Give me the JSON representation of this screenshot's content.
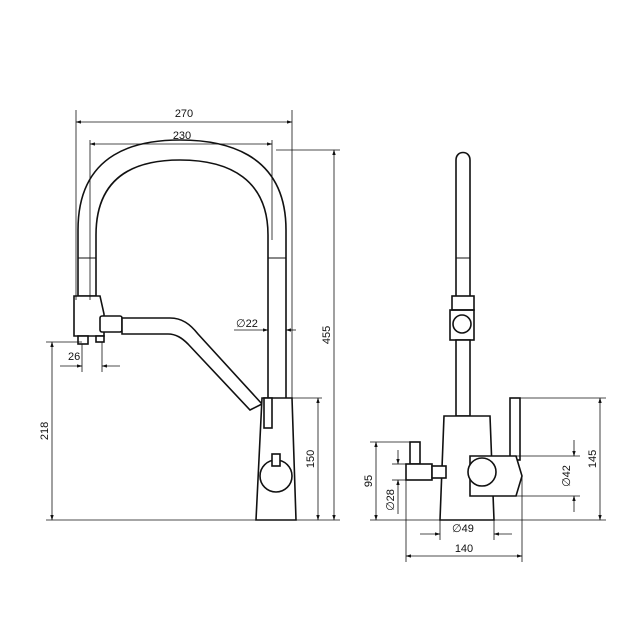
{
  "dimensions": {
    "front": {
      "overall_width": "270",
      "spout_reach": "230",
      "spout_diameter": "22",
      "overall_height": "455",
      "outlet_offset": "26",
      "outlet_height": "218",
      "body_height": "150"
    },
    "side": {
      "handle_height": "95",
      "handle_diameter": "28",
      "base_diameter": "49",
      "overall_depth": "140",
      "body_diameter": "42",
      "lever_height": "145"
    }
  },
  "symbols": {
    "diameter": "∅"
  }
}
